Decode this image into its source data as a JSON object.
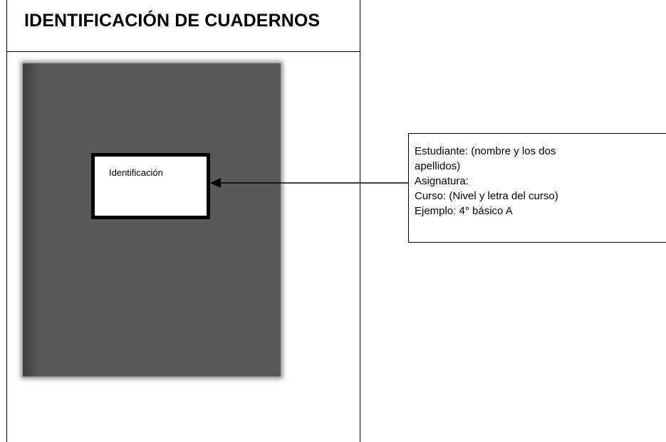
{
  "header": {
    "title": "IDENTIFICACIÓN DE CUADERNOS"
  },
  "notebook": {
    "label_box_text": "Identificación",
    "cover_color": "#595959"
  },
  "callout": {
    "lines": [
      "Estudiante: (nombre y los dos",
      "apellidos)",
      "Asignatura:",
      "Curso: (Nivel y letra del curso)",
      "Ejemplo: 4° básico A"
    ]
  }
}
